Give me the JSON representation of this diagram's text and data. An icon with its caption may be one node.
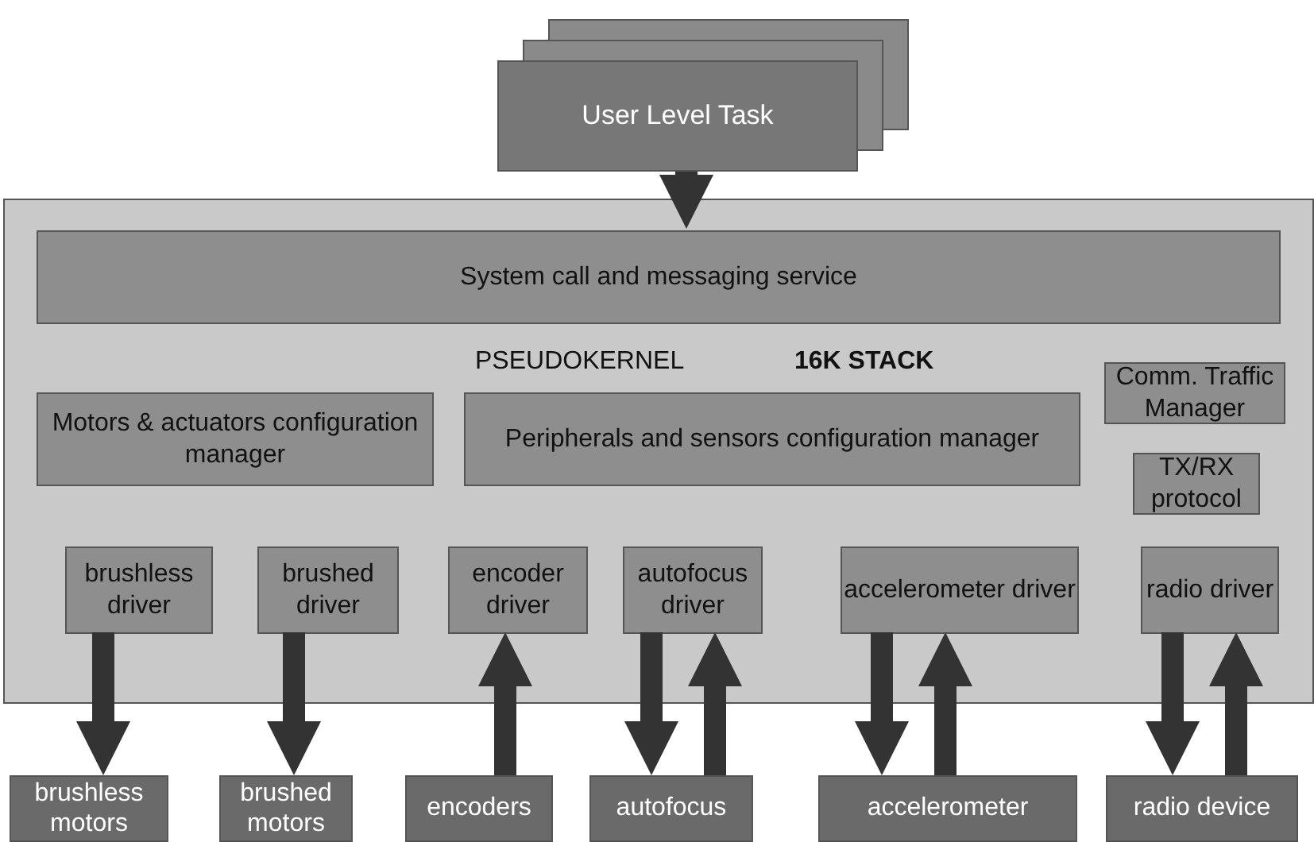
{
  "diagram": {
    "nodes": [
      {
        "text": [
          "User Level Task"
        ]
      },
      {
        "text": [
          "PSEUDOKERNEL",
          "16K STACK"
        ]
      },
      {
        "text": [
          "System call and messaging service"
        ],
        "in": 1
      },
      {
        "text": [
          "Motors & actuators configuration manager"
        ],
        "in": 1
      },
      {
        "text": [
          "Peripherals and sensors configuration manager"
        ],
        "in": 1
      },
      {
        "text": [
          "Comm. Traffic Manager"
        ],
        "in": 1
      },
      {
        "text": [
          "TX/RX protocol"
        ],
        "in": 1
      },
      {
        "text": [
          "brushless driver"
        ],
        "in": 1
      },
      {
        "text": [
          "brushed driver"
        ],
        "in": 1
      },
      {
        "text": [
          "encoder driver"
        ],
        "in": 1
      },
      {
        "text": [
          "autofocus driver"
        ],
        "in": 1
      },
      {
        "text": [
          "accelerometer driver"
        ],
        "in": 1
      },
      {
        "text": [
          "radio driver"
        ],
        "in": 1
      },
      {
        "text": [
          "brushless motors"
        ]
      },
      {
        "text": [
          "brushed motors"
        ]
      },
      {
        "text": [
          "encoders"
        ]
      },
      {
        "text": [
          "autofocus"
        ]
      },
      {
        "text": [
          "accelerometer"
        ]
      },
      {
        "text": [
          "radio device"
        ]
      }
    ],
    "edges": [
      {
        "from": 0,
        "to": 2,
        "arrow": "to"
      },
      {
        "from": 7,
        "to": 13,
        "arrow": "to"
      },
      {
        "from": 8,
        "to": 14,
        "arrow": "to"
      },
      {
        "from": 15,
        "to": 9,
        "arrow": "to"
      },
      {
        "from": 10,
        "to": 16,
        "arrow": "to"
      },
      {
        "from": 16,
        "to": 10,
        "arrow": "to"
      },
      {
        "from": 11,
        "to": 17,
        "arrow": "to"
      },
      {
        "from": 17,
        "to": 11,
        "arrow": "to"
      },
      {
        "from": 12,
        "to": 18,
        "arrow": "to"
      },
      {
        "from": 18,
        "to": 12,
        "arrow": "to"
      }
    ]
  }
}
